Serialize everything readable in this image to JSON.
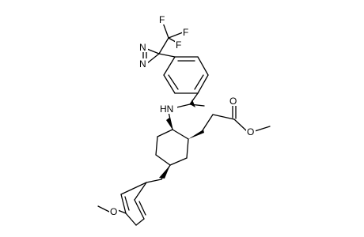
{
  "structure": {
    "atoms": {
      "f1": "F",
      "f2": "F",
      "f3": "F",
      "n1": "N",
      "n2": "N",
      "nh": "HN",
      "o_carbonyl": "O",
      "o_ester": "O",
      "o_methoxy": "O"
    },
    "colors": {
      "bond": "#000000",
      "background": "#ffffff"
    }
  }
}
